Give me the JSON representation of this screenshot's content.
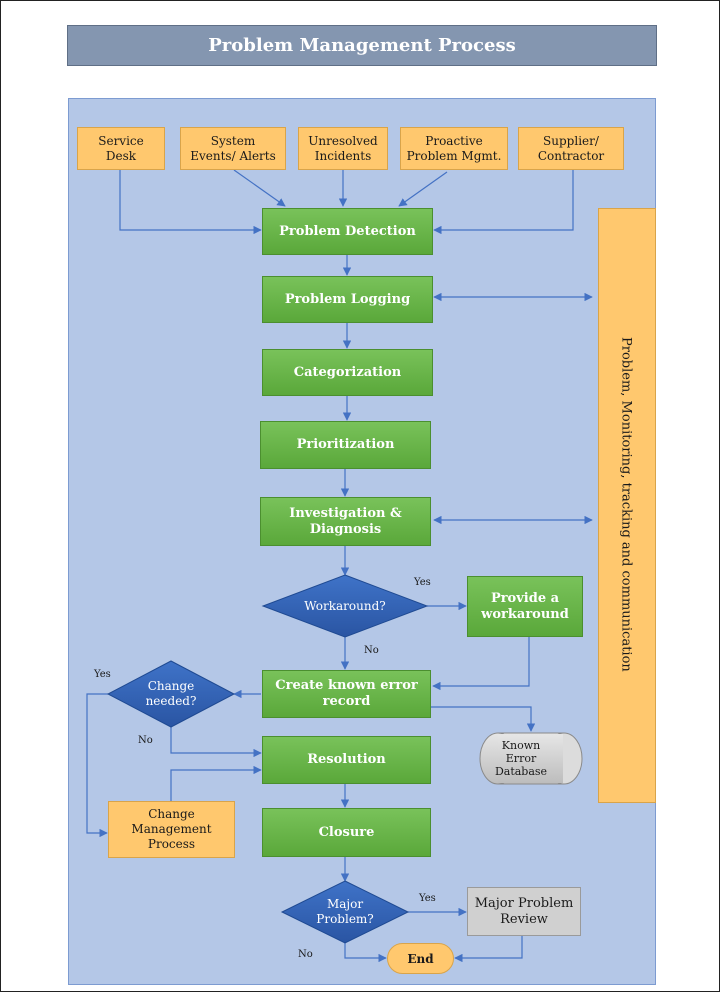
{
  "title": "Problem Management Process",
  "sources": {
    "service_desk": "Service\nDesk",
    "system_events": "System\nEvents/ Alerts",
    "unresolved_incidents": "Unresolved\nIncidents",
    "proactive": "Proactive\nProblem Mgmt.",
    "supplier": "Supplier/\nContractor"
  },
  "steps": {
    "detection": "Problem Detection",
    "logging": "Problem Logging",
    "categorization": "Categorization",
    "prioritization": "Prioritization",
    "investigation": "Investigation &\nDiagnosis",
    "known_error": "Create known error\nrecord",
    "resolution": "Resolution",
    "closure": "Closure",
    "workaround_action": "Provide a\nworkaround",
    "change_process": "Change\nManagement\nProcess",
    "major_review": "Major Problem\nReview",
    "end": "End"
  },
  "decisions": {
    "workaround": "Workaround?",
    "change_needed": "Change\nneeded?",
    "major_problem": "Major\nProblem?"
  },
  "database": "Known\nError\nDatabase",
  "side_panel": "Problem, Monitoring, tracking and communication",
  "edge_labels": {
    "workaround_yes": "Yes",
    "workaround_no": "No",
    "change_yes": "Yes",
    "change_no": "No",
    "major_yes": "Yes",
    "major_no": "No"
  },
  "colors": {
    "title_bar": "#8496b0",
    "canvas": "#b4c7e7",
    "source": "#ffc86e",
    "process": "#5aa83a",
    "decision": "#2f5fb0",
    "arrow": "#4472c4",
    "review": "#d0d0d0"
  }
}
